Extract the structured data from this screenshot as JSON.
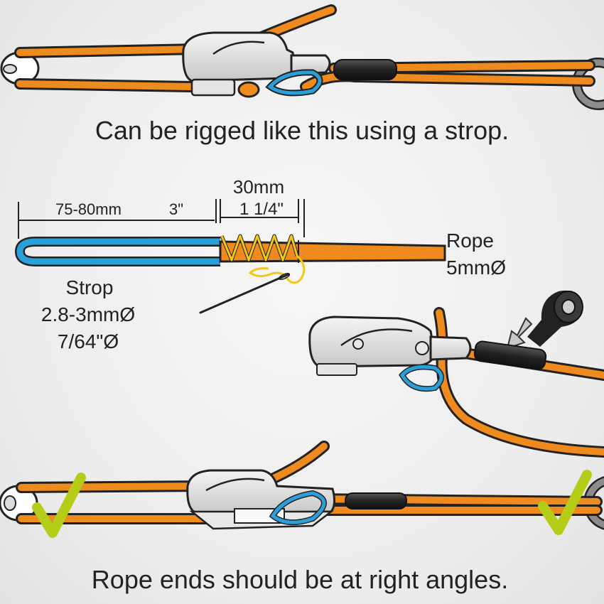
{
  "captions": {
    "top": "Can be rigged like this using a strop.",
    "bottom": "Rope ends should be at right angles."
  },
  "dimensions": {
    "loop_metric": "75-80mm",
    "loop_imperial": "3\"",
    "whipping_metric": "30mm",
    "whipping_imperial": "1 1/4\""
  },
  "strop": {
    "title": "Strop",
    "diameter_metric": "2.8-3mmØ",
    "diameter_imperial": "7/64\"Ø"
  },
  "rope": {
    "title": "Rope",
    "diameter": "5mmØ"
  },
  "icons": [
    "check-icon",
    "check-icon",
    "arrow-down-icon",
    "heat-shrink-tube-icon",
    "needle-icon"
  ],
  "colors": {
    "rope": "#ee8a1e",
    "strop": "#2a9fd8",
    "whipping": "#f2c818",
    "check": "#b5cc18",
    "outline": "#222222",
    "cleat": "#dcdcdc"
  }
}
